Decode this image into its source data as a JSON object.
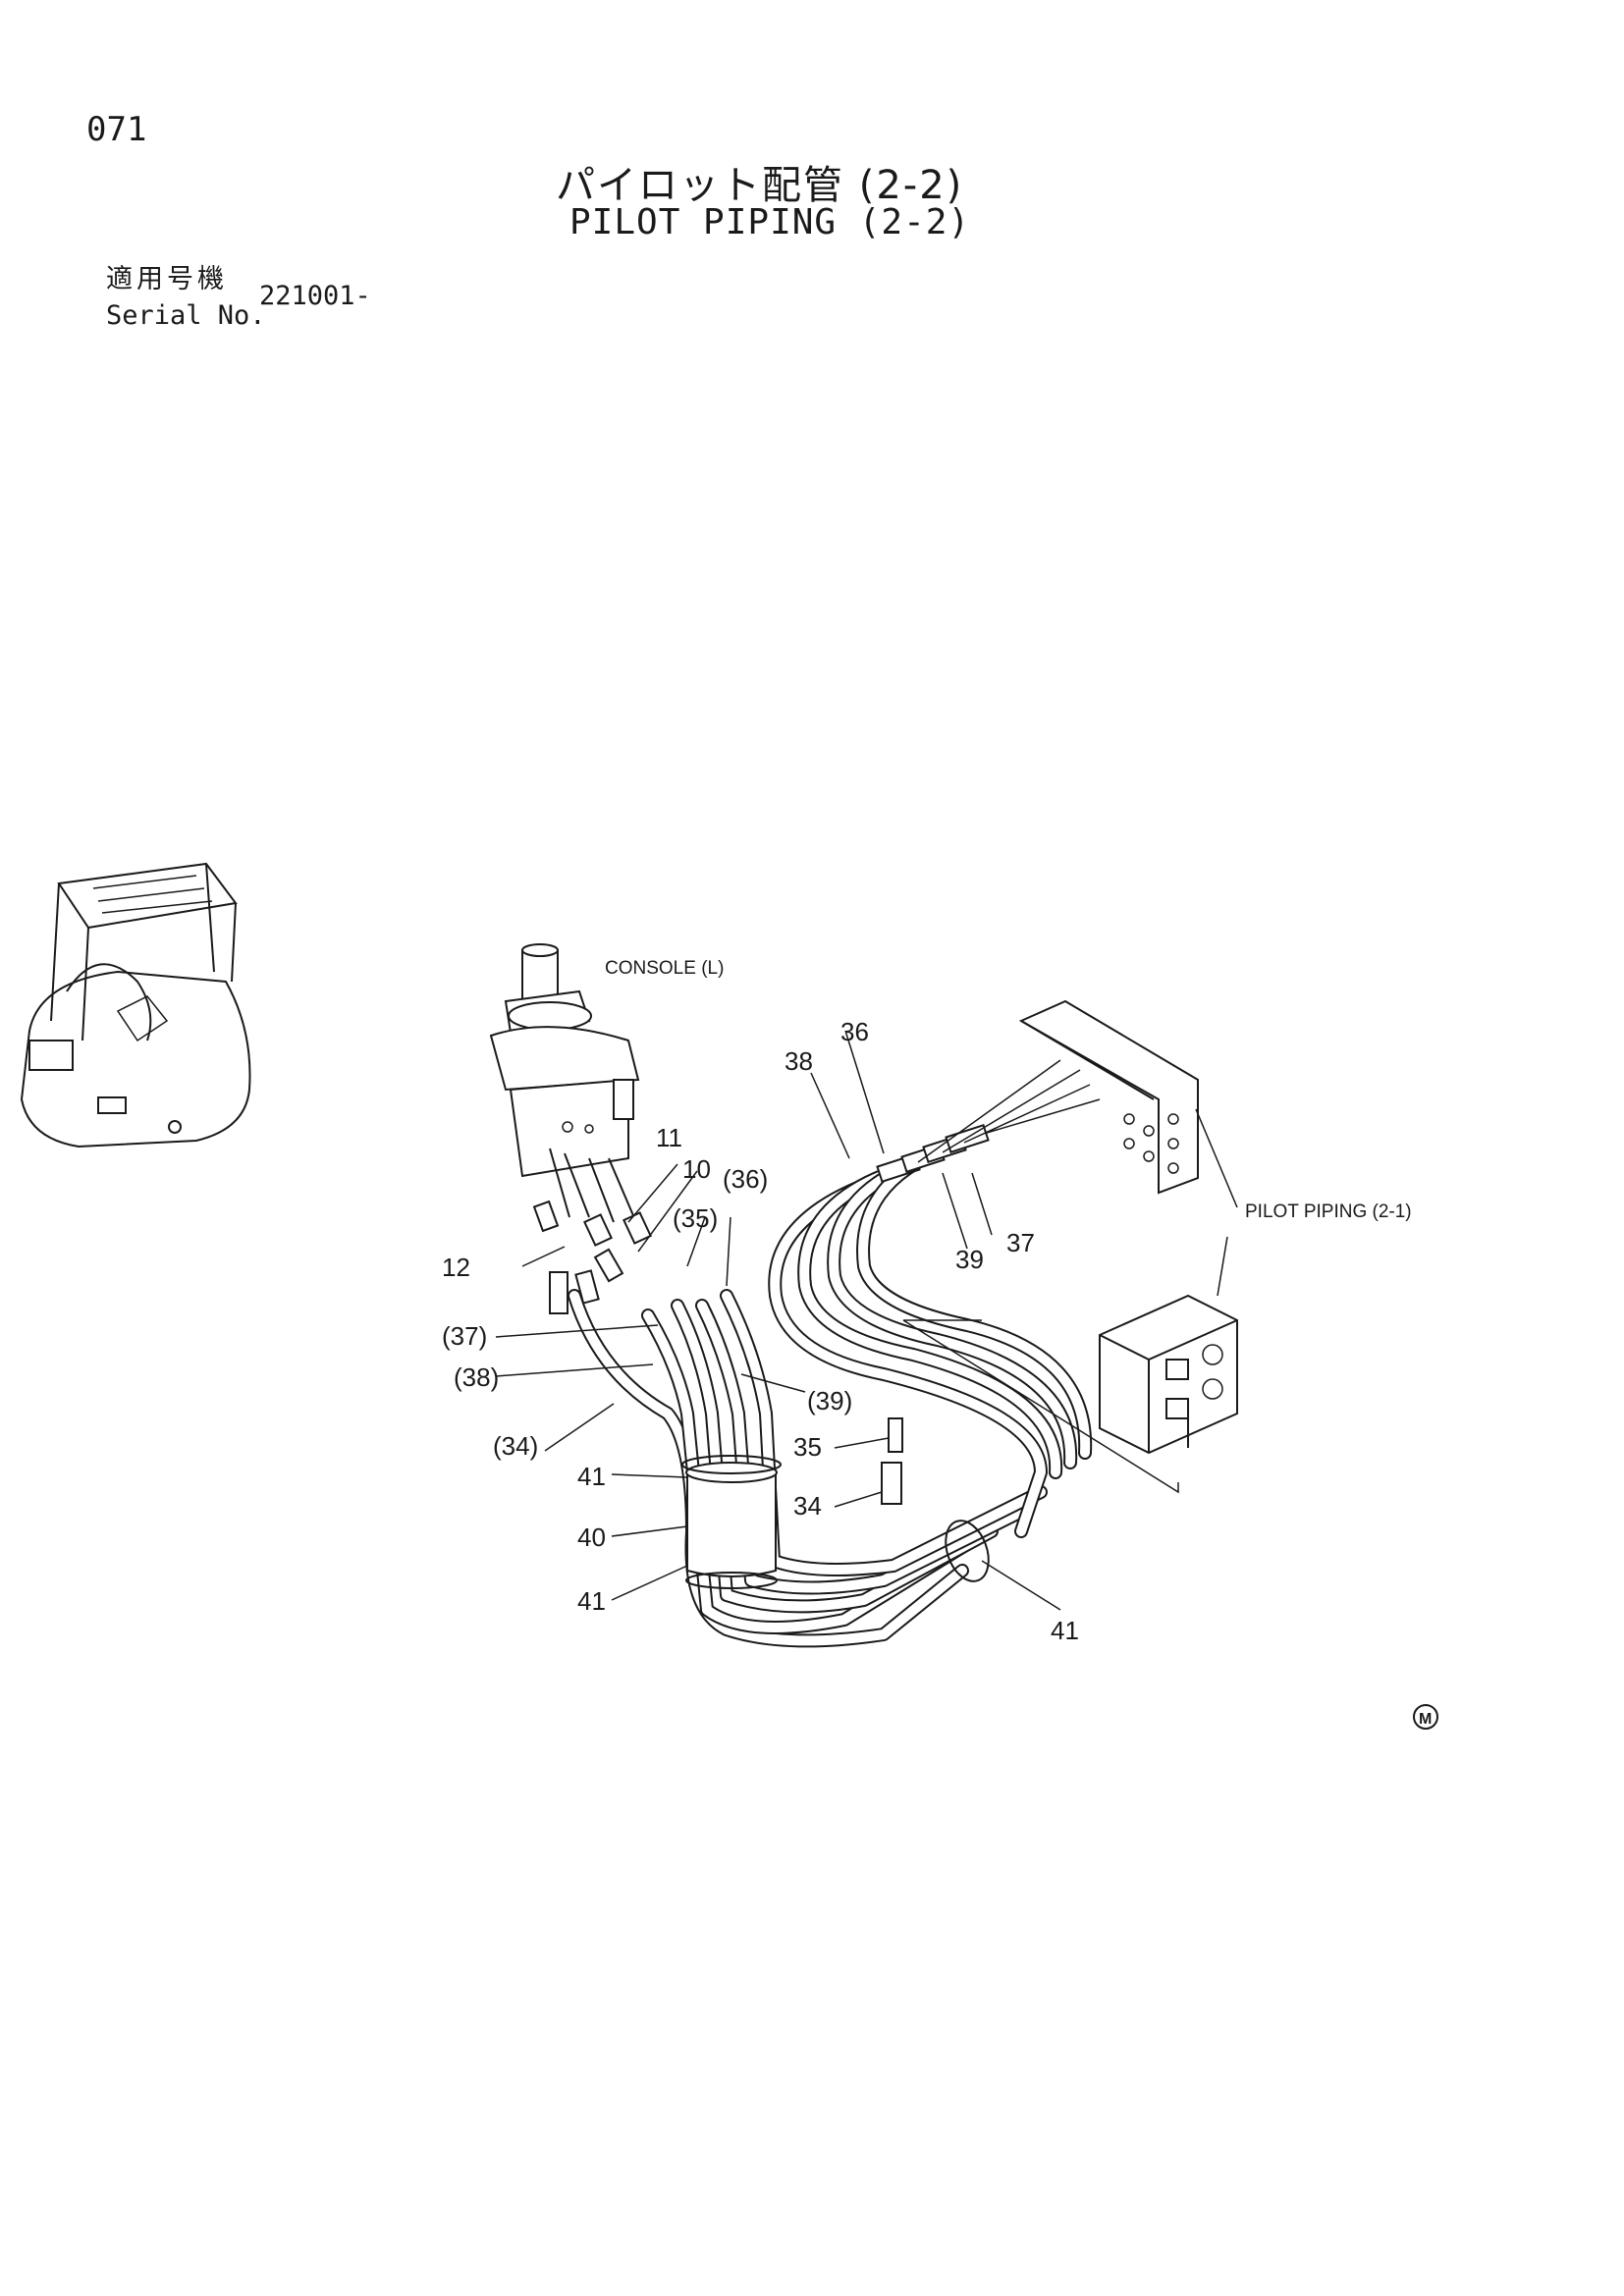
{
  "header": {
    "page_number": "071",
    "title_jp": "パイロット配管 (2-2)",
    "title_en": "PILOT PIPING (2-2)",
    "serial_label_jp": "適用号機",
    "serial_label_en": "Serial No.",
    "serial_value": "221001-"
  },
  "diagram": {
    "console_label": "CONSOLE (L)",
    "pilot_piping_label": "PILOT PIPING (2-1)",
    "callouts": {
      "c36_top": "36",
      "c38_top": "38",
      "c37_right": "37",
      "c39_right": "39",
      "c11": "11",
      "c10": "10",
      "c35_paren": "(35)",
      "c36_paren": "(36)",
      "c12": "12",
      "c37_paren": "(37)",
      "c38_paren": "(38)",
      "c39_paren": "(39)",
      "c34_paren": "(34)",
      "c35": "35",
      "c34": "34",
      "c41_a": "41",
      "c40": "40",
      "c41_b": "41",
      "c41_c": "41"
    },
    "marker": "M"
  }
}
